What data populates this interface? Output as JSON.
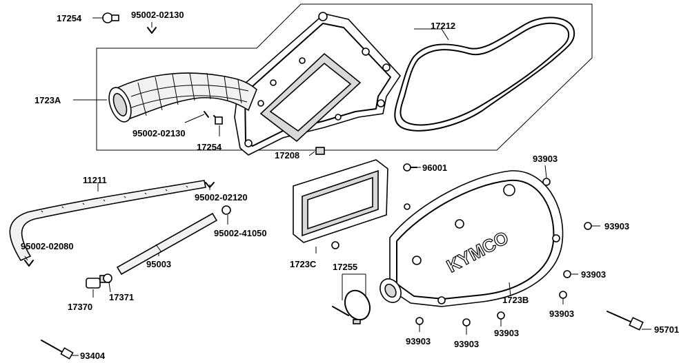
{
  "diagram": {
    "labels": [
      {
        "id": "l1",
        "text": "17254"
      },
      {
        "id": "l2",
        "text": "95002-02130"
      },
      {
        "id": "l3",
        "text": "17212"
      },
      {
        "id": "l4",
        "text": "1723A"
      },
      {
        "id": "l5",
        "text": "95002-02130"
      },
      {
        "id": "l6",
        "text": "17254"
      },
      {
        "id": "l7",
        "text": "17208"
      },
      {
        "id": "l8",
        "text": "11211"
      },
      {
        "id": "l9",
        "text": "95002-02120"
      },
      {
        "id": "l10",
        "text": "95002-41050"
      },
      {
        "id": "l11",
        "text": "95002-02080"
      },
      {
        "id": "l12",
        "text": "95003"
      },
      {
        "id": "l13",
        "text": "17370"
      },
      {
        "id": "l14",
        "text": "17371"
      },
      {
        "id": "l15",
        "text": "93404"
      },
      {
        "id": "l16",
        "text": "96001"
      },
      {
        "id": "l17",
        "text": "93903"
      },
      {
        "id": "l18",
        "text": "93903"
      },
      {
        "id": "l19",
        "text": "1723C"
      },
      {
        "id": "l20",
        "text": "17255"
      },
      {
        "id": "l21",
        "text": "93903"
      },
      {
        "id": "l22",
        "text": "1723B"
      },
      {
        "id": "l23",
        "text": "93903"
      },
      {
        "id": "l24",
        "text": "93903"
      },
      {
        "id": "l25",
        "text": "93903"
      },
      {
        "id": "l26",
        "text": "93903"
      },
      {
        "id": "l27",
        "text": "95701"
      }
    ],
    "brand_mark": "KYMCO"
  }
}
